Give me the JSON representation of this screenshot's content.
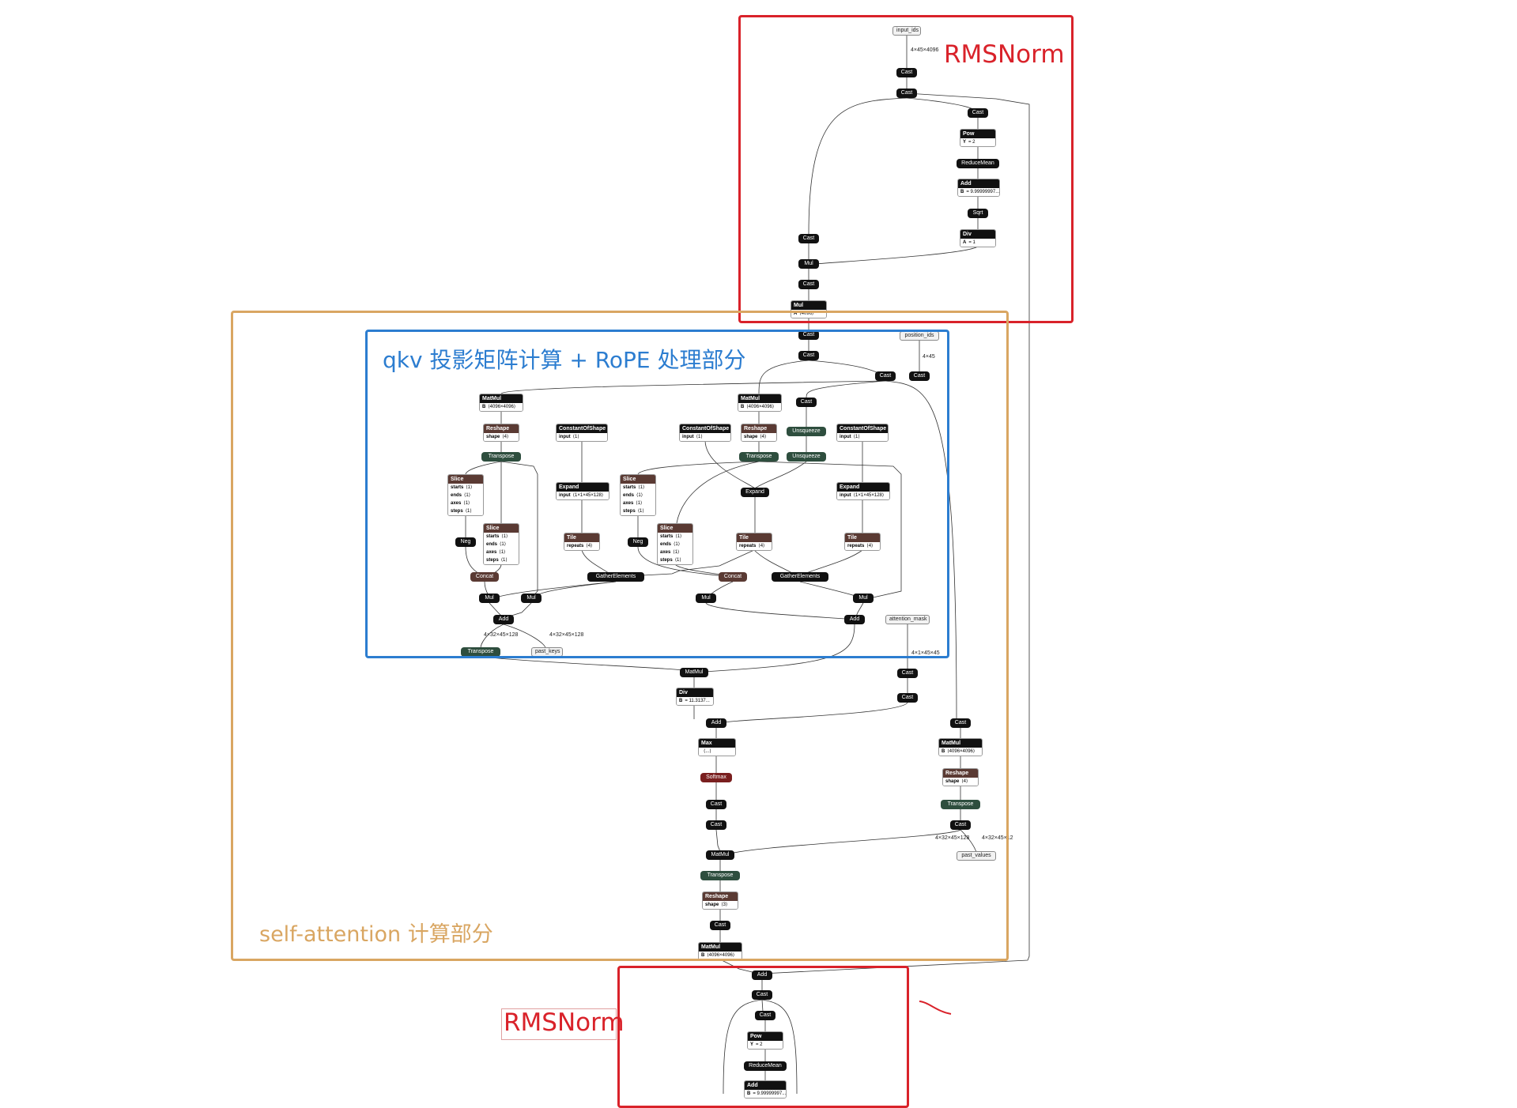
{
  "colors": {
    "op_black": "#111111",
    "op_brown": "#5a3a33",
    "op_green": "#2e4e3e",
    "op_red": "#7a1f1f",
    "rmsnorm_red": "#d9222a",
    "self_attention_orange": "#d9a662",
    "qkv_blue": "#2c7dd0"
  },
  "regions": {
    "rmsnorm_top": "RMSNorm",
    "self_attention": "self-attention 计算部分",
    "qkv_rope": "qkv 投影矩阵计算 + RoPE 处理部分",
    "rmsnorm_bottom": "RMSNorm"
  },
  "io": {
    "input_ids": "input_ids",
    "position_ids": "position_ids",
    "attention_mask": "attention_mask",
    "past_keys": "past_keys",
    "past_values": "past_values"
  },
  "edge_labels": {
    "e1": "4×45×4096",
    "e2": "4×45",
    "e3": "4×32×45×128",
    "e4": "4×32×45×128",
    "e5": "4×1×45×45",
    "e6": "4×32×45×128",
    "e7": "4×32×45×12"
  },
  "ops": {
    "cast": "Cast",
    "mul": "Mul",
    "pow": "Pow",
    "reducemean": "ReduceMean",
    "add": "Add",
    "sqrt": "Sqrt",
    "div": "Div",
    "matmul": "MatMul",
    "reshape": "Reshape",
    "transpose": "Transpose",
    "constantofshape": "ConstantOfShape",
    "slice": "Slice",
    "expand": "Expand",
    "neg": "Neg",
    "tile": "Tile",
    "concat": "Concat",
    "gatherelements": "GatherElements",
    "unsqueeze": "Unsqueeze",
    "max": "Max",
    "softmax": "Softmax"
  },
  "attrs": {
    "pow_y": [
      "Y",
      "= 2"
    ],
    "add_b": [
      "B",
      "= 9.99999997..."
    ],
    "div_a": [
      "A",
      "= 1"
    ],
    "mul_a": [
      "A",
      "⟨4096⟩"
    ],
    "matmul_b": [
      "B",
      "⟨4096×4096⟩"
    ],
    "reshape_shape4": [
      "shape",
      "⟨4⟩"
    ],
    "reshape_shape3": [
      "shape",
      "⟨3⟩"
    ],
    "cos_input": [
      "input",
      "⟨1⟩"
    ],
    "expand_input": [
      "input",
      "⟨1×1×45×128⟩"
    ],
    "tile_repeats": [
      "repeats",
      "⟨4⟩"
    ],
    "slice_starts": [
      "starts",
      "⟨1⟩"
    ],
    "slice_ends": [
      "ends",
      "⟨1⟩"
    ],
    "slice_axes": [
      "axes",
      "⟨1⟩"
    ],
    "slice_steps": [
      "steps",
      "⟨1⟩"
    ],
    "div_b": [
      "B",
      "= 11.3137..."
    ],
    "max_b": [
      "",
      "⟨...⟩"
    ]
  }
}
